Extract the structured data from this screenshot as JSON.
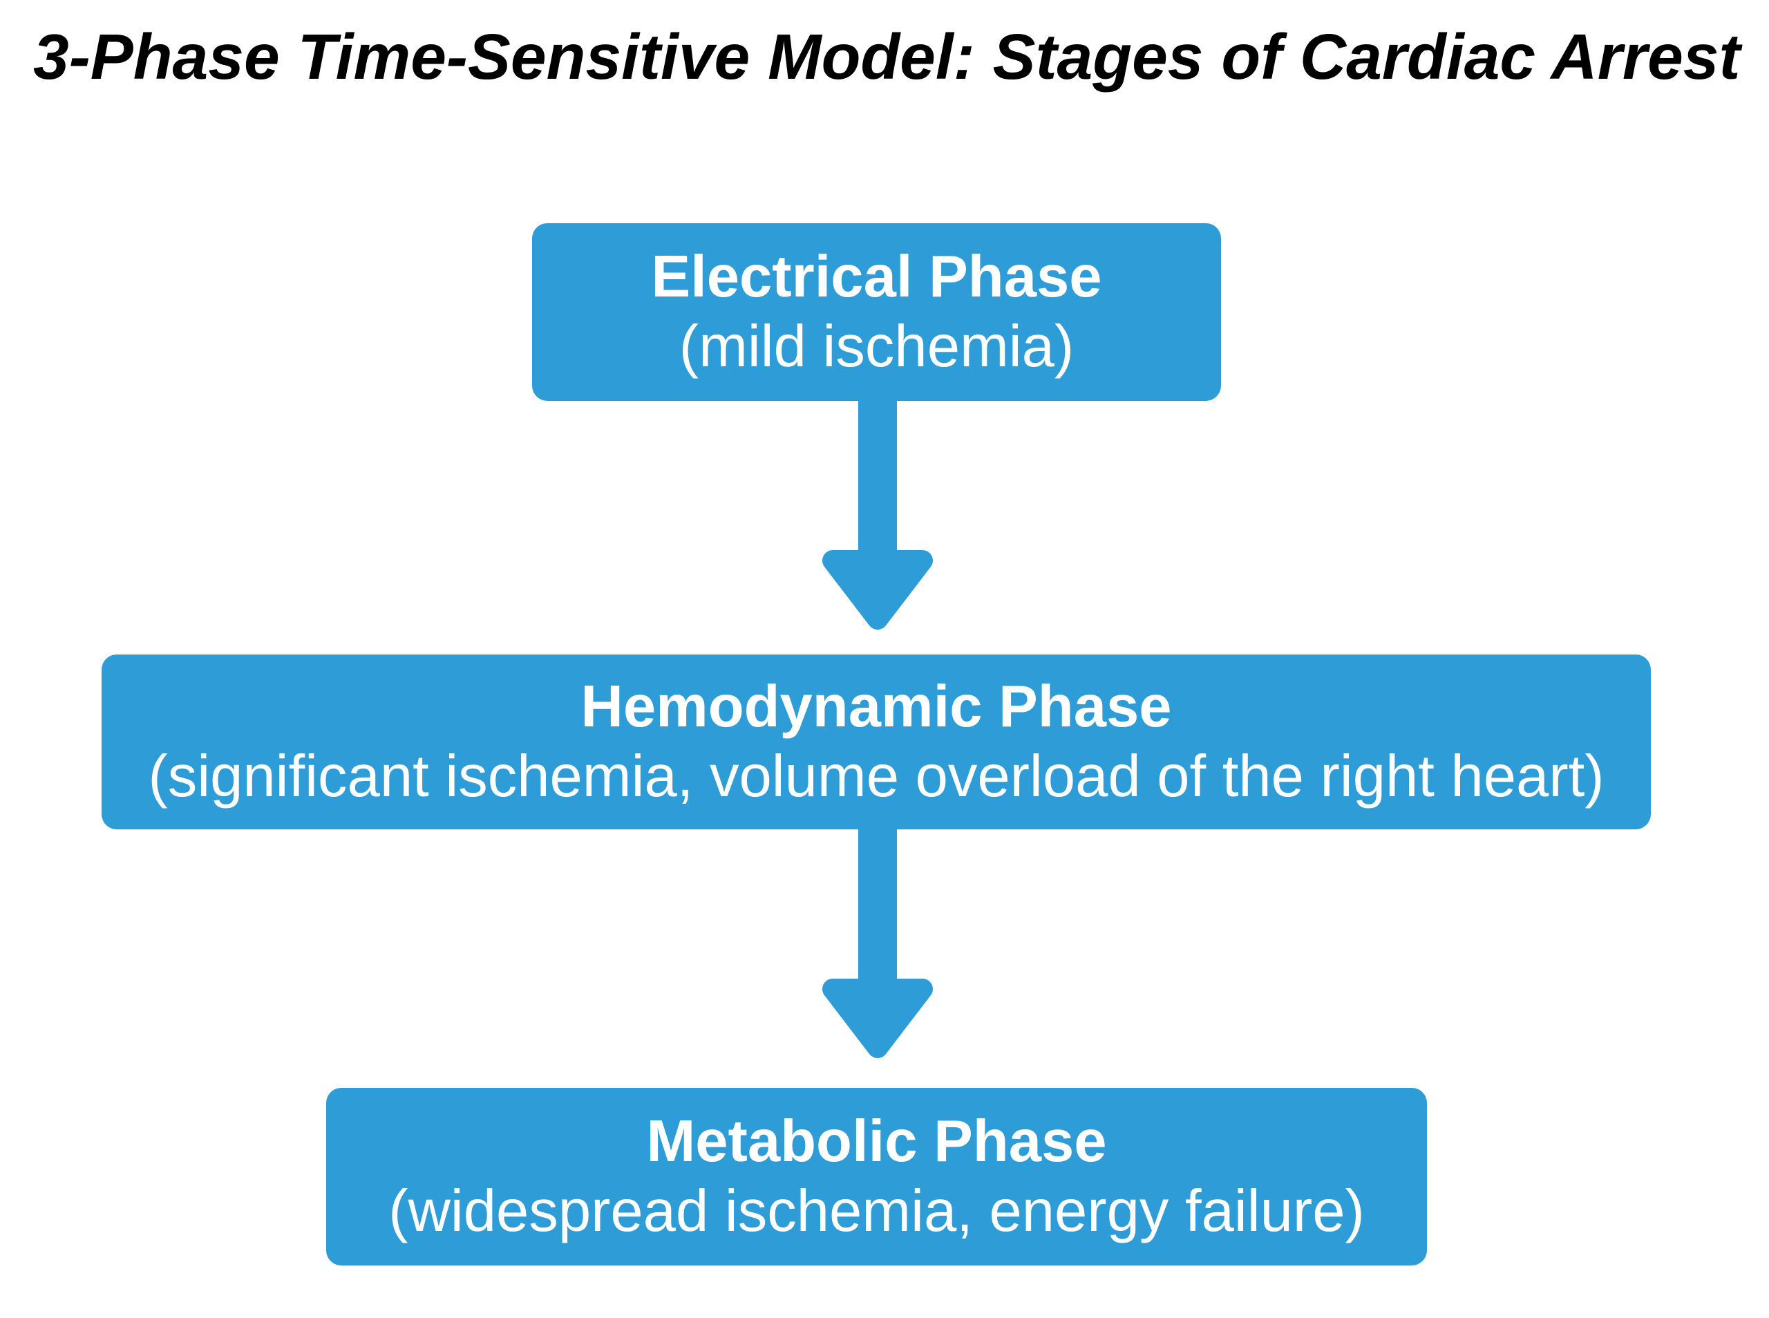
{
  "title": "3-Phase Time-Sensitive Model: Stages of Cardiac Arrest",
  "colors": {
    "background": "#FFFFFF",
    "title_text": "#000000",
    "box_fill": "#2E9CD6",
    "box_text": "#FFFFFF",
    "arrow": "#2E9CD6"
  },
  "stages": [
    {
      "name": "Electrical Phase",
      "detail": "(mild ischemia)"
    },
    {
      "name": "Hemodynamic Phase",
      "detail": "(significant ischemia, volume overload of the right heart)"
    },
    {
      "name": "Metabolic Phase",
      "detail": "(widespread ischemia, energy failure)"
    }
  ],
  "arrows": [
    {
      "from": "Electrical Phase",
      "to": "Hemodynamic Phase"
    },
    {
      "from": "Hemodynamic Phase",
      "to": "Metabolic Phase"
    }
  ]
}
